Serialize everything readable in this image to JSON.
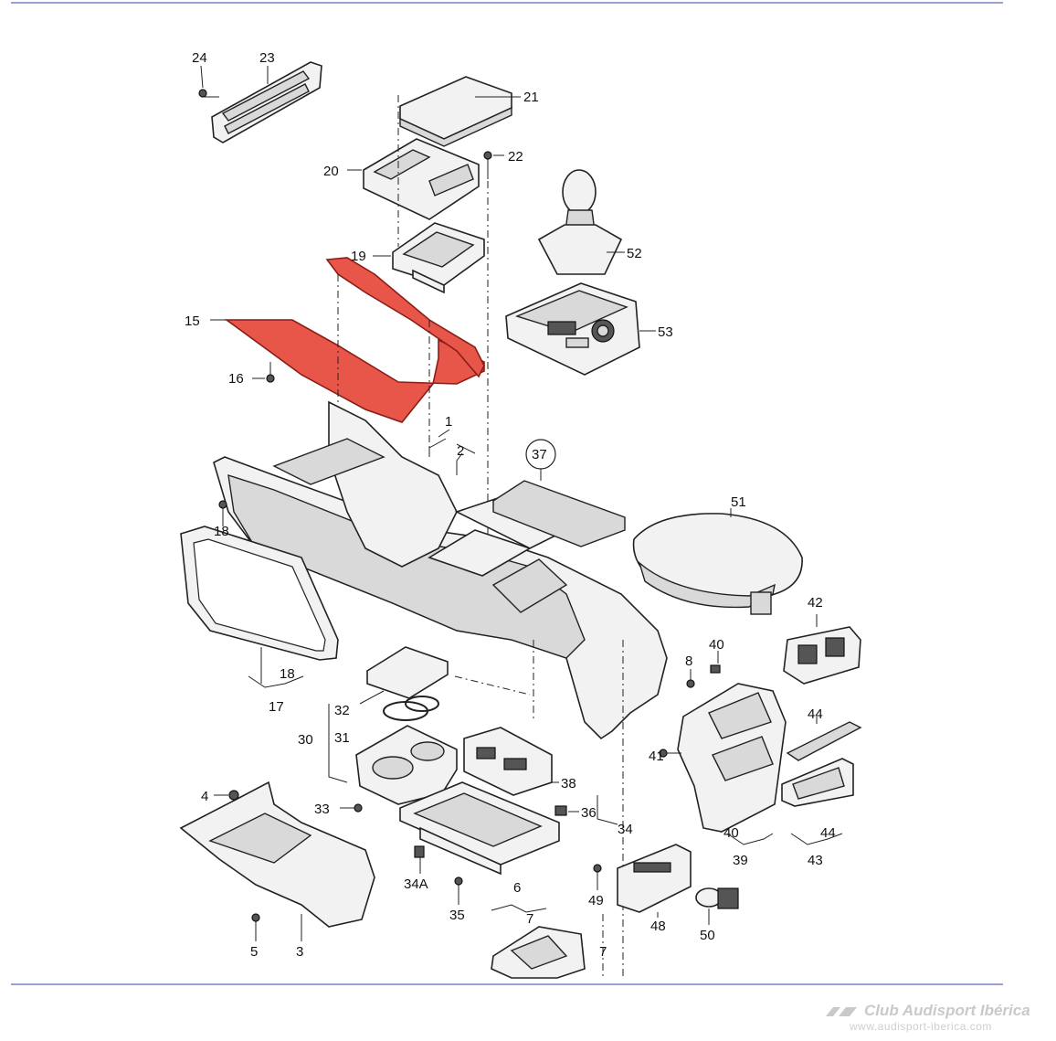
{
  "diagram": {
    "labels": [
      {
        "id": "24",
        "text": "24"
      },
      {
        "id": "23",
        "text": "23"
      },
      {
        "id": "21",
        "text": "21"
      },
      {
        "id": "22",
        "text": "22"
      },
      {
        "id": "20",
        "text": "20"
      },
      {
        "id": "19",
        "text": "19"
      },
      {
        "id": "52",
        "text": "52"
      },
      {
        "id": "53",
        "text": "53"
      },
      {
        "id": "15",
        "text": "15"
      },
      {
        "id": "16",
        "text": "16"
      },
      {
        "id": "1",
        "text": "1"
      },
      {
        "id": "2",
        "text": "2"
      },
      {
        "id": "37",
        "text": "37"
      },
      {
        "id": "51",
        "text": "51"
      },
      {
        "id": "18a",
        "text": "18"
      },
      {
        "id": "42",
        "text": "42"
      },
      {
        "id": "40a",
        "text": "40"
      },
      {
        "id": "8",
        "text": "8"
      },
      {
        "id": "18b",
        "text": "18"
      },
      {
        "id": "17",
        "text": "17"
      },
      {
        "id": "32",
        "text": "32"
      },
      {
        "id": "44a",
        "text": "44"
      },
      {
        "id": "30",
        "text": "30"
      },
      {
        "id": "31",
        "text": "31"
      },
      {
        "id": "41",
        "text": "41"
      },
      {
        "id": "38",
        "text": "38"
      },
      {
        "id": "4",
        "text": "4"
      },
      {
        "id": "33",
        "text": "33"
      },
      {
        "id": "36",
        "text": "36"
      },
      {
        "id": "34",
        "text": "34"
      },
      {
        "id": "40b",
        "text": "40"
      },
      {
        "id": "44b",
        "text": "44"
      },
      {
        "id": "39",
        "text": "39"
      },
      {
        "id": "43",
        "text": "43"
      },
      {
        "id": "34A",
        "text": "34A"
      },
      {
        "id": "6",
        "text": "6"
      },
      {
        "id": "49",
        "text": "49"
      },
      {
        "id": "7a",
        "text": "7"
      },
      {
        "id": "35",
        "text": "35"
      },
      {
        "id": "48",
        "text": "48"
      },
      {
        "id": "50",
        "text": "50"
      },
      {
        "id": "5",
        "text": "5"
      },
      {
        "id": "3",
        "text": "3"
      },
      {
        "id": "7b",
        "text": "7"
      }
    ],
    "highlight_color": "#e8564a"
  },
  "watermark": {
    "title": "Club Audisport Ibérica",
    "url": "www.audisport-iberica.com"
  }
}
